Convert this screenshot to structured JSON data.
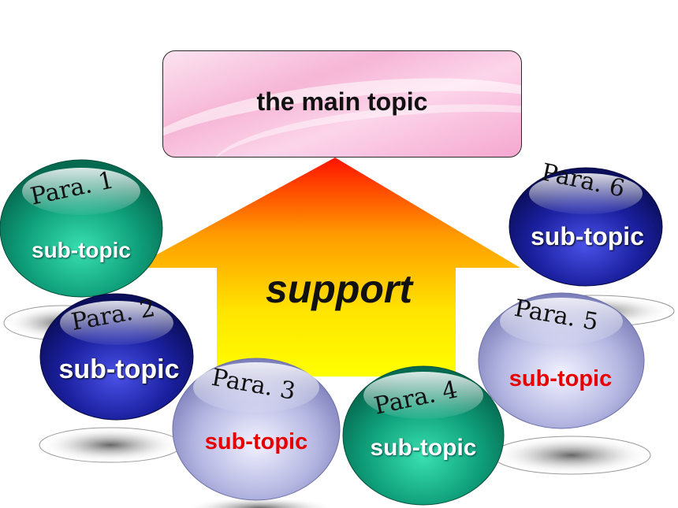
{
  "main_topic": "the main topic",
  "arrow_label": "support",
  "paragraphs": [
    {
      "para": "Para. 1",
      "label": "sub-topic"
    },
    {
      "para": "Para. 2",
      "label": "sub-topic"
    },
    {
      "para": "Para. 3",
      "label": "sub-topic"
    },
    {
      "para": "Para. 4",
      "label": "sub-topic"
    },
    {
      "para": "Para. 5",
      "label": "sub-topic"
    },
    {
      "para": "Para. 6",
      "label": "sub-topic"
    }
  ],
  "colors": {
    "green_sphere": "#11a37f",
    "blue_sphere": "#1a1f9e",
    "lavender_sphere": "#a7a9d8",
    "arrow_top": "#ff1a00",
    "arrow_bottom": "#ffff00",
    "red_label": "#e60000",
    "white_label": "#ffffff"
  }
}
